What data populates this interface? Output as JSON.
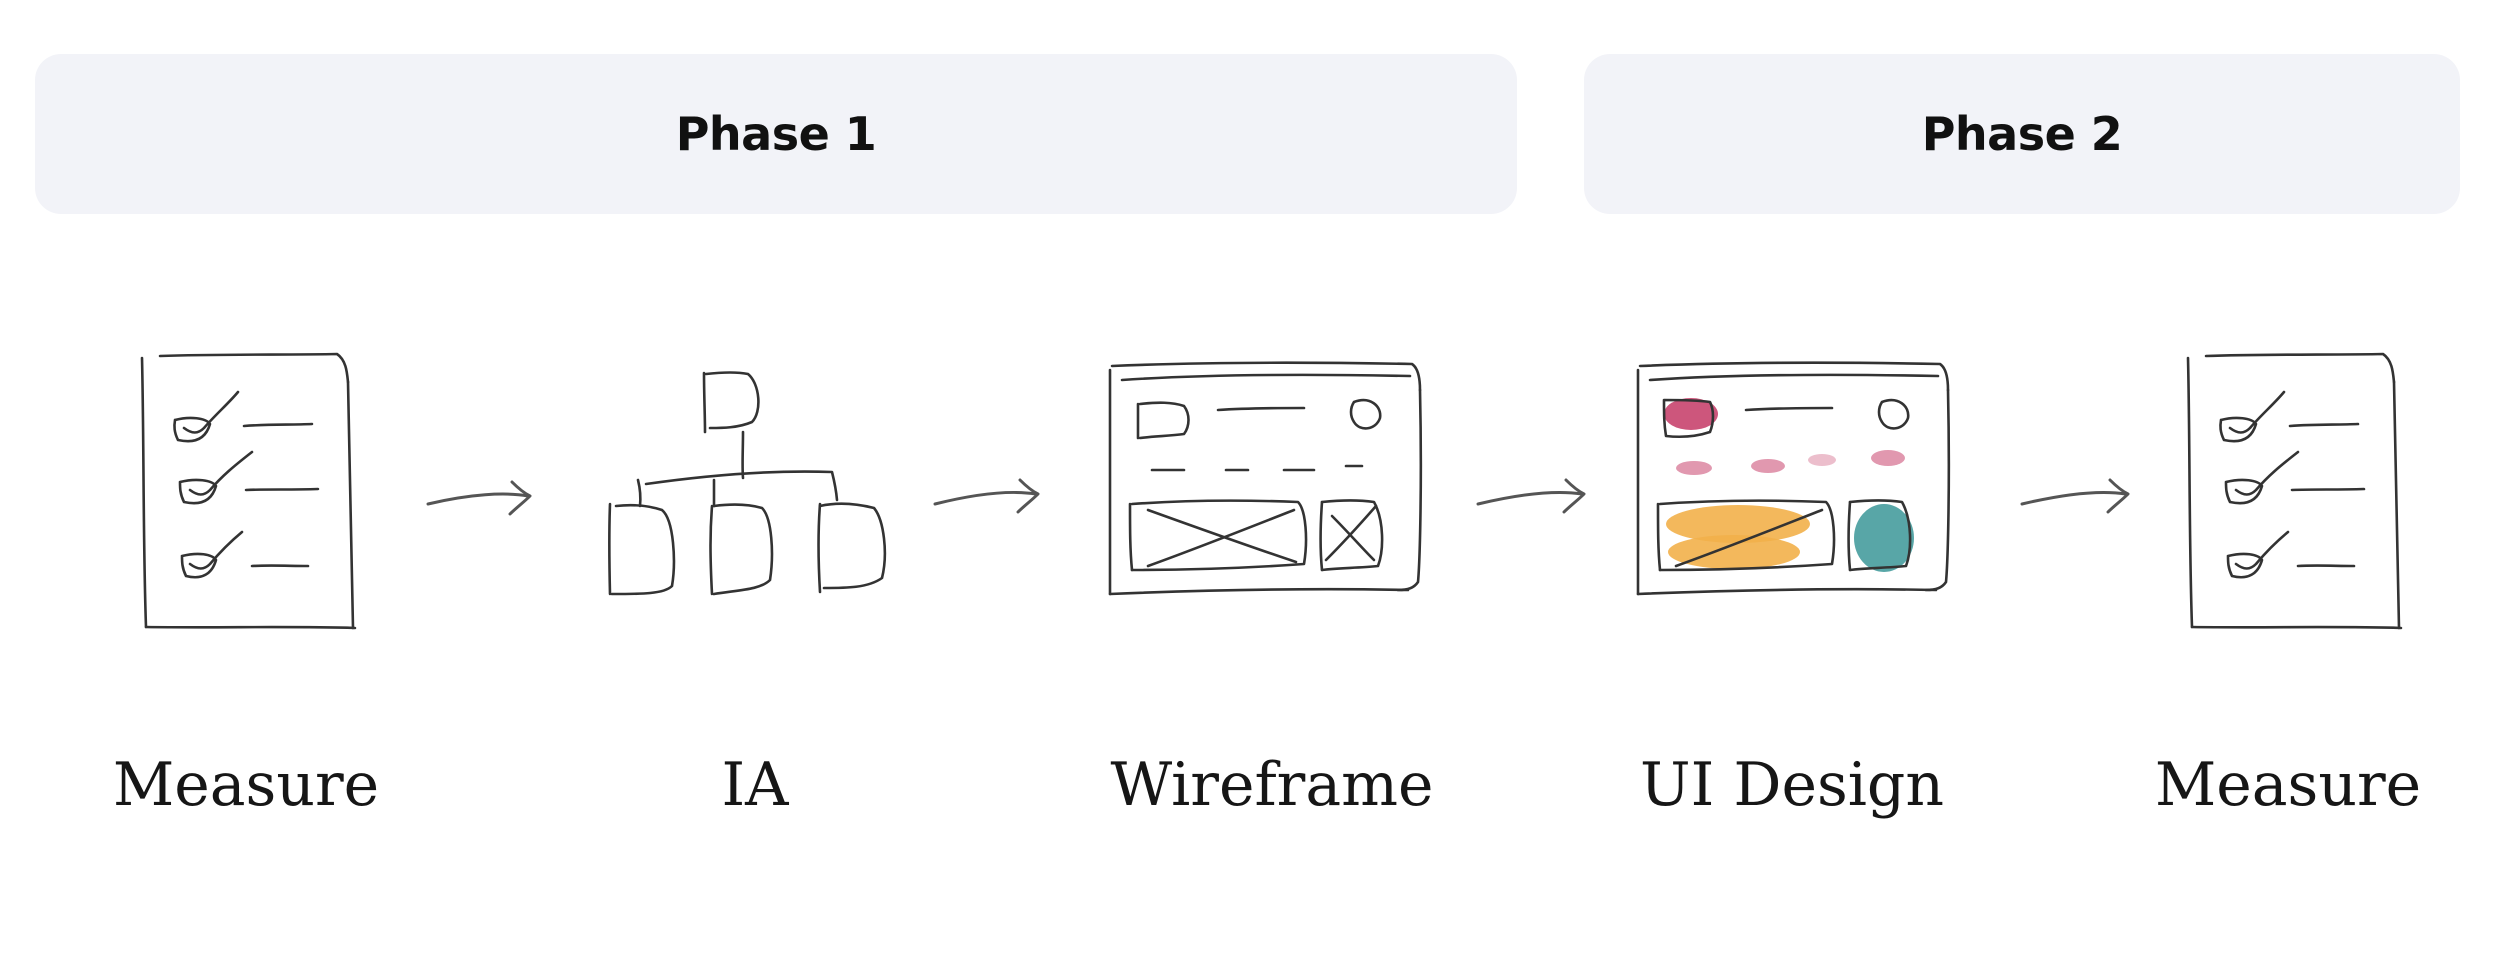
{
  "phases": [
    {
      "label": "Phase 1"
    },
    {
      "label": "Phase 2"
    }
  ],
  "steps": [
    {
      "label": "Measure",
      "icon": "checklist-icon"
    },
    {
      "label": "IA",
      "icon": "sitemap-icon"
    },
    {
      "label": "Wireframe",
      "icon": "wireframe-icon"
    },
    {
      "label": "UI Design",
      "icon": "ui-design-icon"
    },
    {
      "label": "Measure",
      "icon": "checklist-icon"
    }
  ],
  "colors": {
    "phase_bg": "#f2f3f8",
    "ink": "#333333",
    "accent_pink": "#c8446e",
    "accent_orange": "#f2b04a",
    "accent_teal": "#4a9ea0"
  }
}
